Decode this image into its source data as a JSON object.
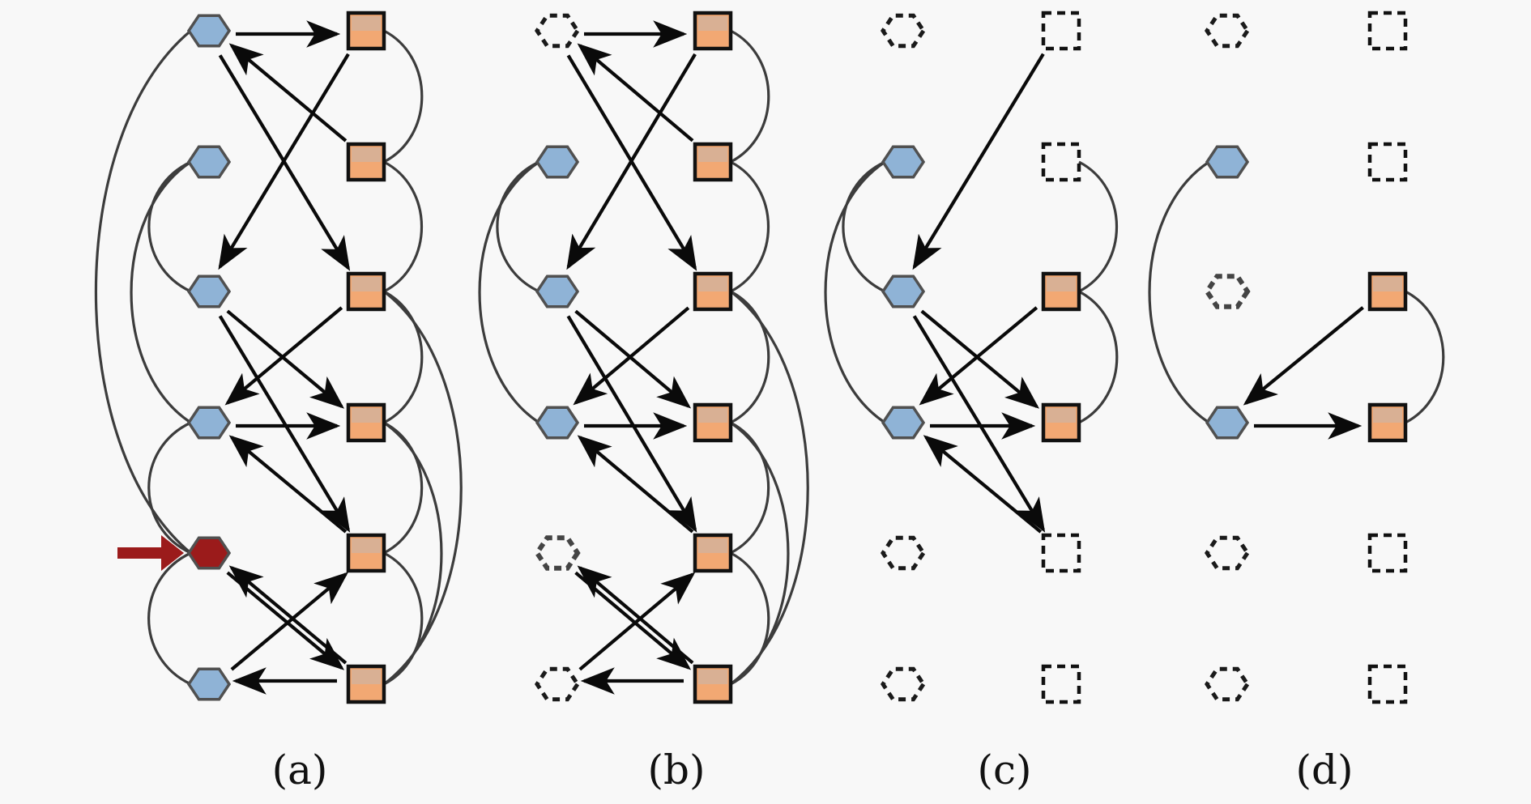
{
  "figure": {
    "panels": [
      {
        "id": "a",
        "label": "(a)",
        "hexagons": [
          "solid",
          "solid",
          "solid",
          "solid",
          "highlighted",
          "solid"
        ],
        "squares": [
          "solid",
          "solid",
          "solid",
          "solid",
          "solid",
          "solid"
        ],
        "pointer": {
          "target": "hex-4",
          "color": "#9b1b1b"
        },
        "arrows": [
          [
            "h0",
            "s0"
          ],
          [
            "s0",
            "h2"
          ],
          [
            "s1",
            "h0"
          ],
          [
            "h0",
            "s2"
          ],
          [
            "s2",
            "h3"
          ],
          [
            "h2",
            "s3"
          ],
          [
            "h2",
            "s4"
          ],
          [
            "h3",
            "s3"
          ],
          [
            "s4",
            "h3"
          ],
          [
            "h4",
            "s5"
          ],
          [
            "s5",
            "h4"
          ],
          [
            "h5",
            "s4"
          ],
          [
            "s5",
            "h5"
          ]
        ],
        "curves_hex": [
          [
            "h0",
            "h4"
          ],
          [
            "h1",
            "h2"
          ],
          [
            "h1",
            "h3"
          ],
          [
            "h3",
            "h4"
          ],
          [
            "h4",
            "h5"
          ]
        ],
        "curves_sq": [
          [
            "s0",
            "s1"
          ],
          [
            "s1",
            "s2"
          ],
          [
            "s2",
            "s3"
          ],
          [
            "s3",
            "s4"
          ],
          [
            "s2",
            "s5"
          ],
          [
            "s3",
            "s5"
          ],
          [
            "s4",
            "s5"
          ]
        ]
      },
      {
        "id": "b",
        "label": "(b)",
        "hexagons": [
          "dashed",
          "solid",
          "solid",
          "solid",
          "dashed-gray",
          "dashed"
        ],
        "squares": [
          "solid",
          "solid",
          "solid",
          "solid",
          "solid",
          "solid"
        ],
        "arrows": [
          [
            "h0",
            "s0"
          ],
          [
            "s0",
            "h2"
          ],
          [
            "s1",
            "h0"
          ],
          [
            "h0",
            "s2"
          ],
          [
            "s2",
            "h3"
          ],
          [
            "h2",
            "s3"
          ],
          [
            "h2",
            "s4"
          ],
          [
            "h3",
            "s3"
          ],
          [
            "s4",
            "h3"
          ],
          [
            "h4",
            "s5"
          ],
          [
            "s5",
            "h4"
          ],
          [
            "h5",
            "s4"
          ],
          [
            "s5",
            "h5"
          ]
        ],
        "curves_hex": [
          [
            "h1",
            "h2"
          ],
          [
            "h1",
            "h3"
          ]
        ],
        "curves_sq": [
          [
            "s0",
            "s1"
          ],
          [
            "s1",
            "s2"
          ],
          [
            "s2",
            "s3"
          ],
          [
            "s3",
            "s4"
          ],
          [
            "s2",
            "s5"
          ],
          [
            "s3",
            "s5"
          ],
          [
            "s4",
            "s5"
          ]
        ]
      },
      {
        "id": "c",
        "label": "(c)",
        "hexagons": [
          "dashed",
          "solid",
          "solid",
          "solid",
          "dashed",
          "dashed"
        ],
        "squares": [
          "dashed",
          "dashed",
          "solid",
          "solid",
          "dashed",
          "dashed"
        ],
        "arrows": [
          [
            "s0",
            "h2"
          ],
          [
            "h2",
            "s3"
          ],
          [
            "h2",
            "s4"
          ],
          [
            "s2",
            "h3"
          ],
          [
            "h3",
            "s3"
          ],
          [
            "s4",
            "h3"
          ]
        ],
        "curves_hex": [
          [
            "h1",
            "h2"
          ],
          [
            "h1",
            "h3"
          ]
        ],
        "curves_sq": [
          [
            "s1",
            "s2"
          ],
          [
            "s2",
            "s3"
          ]
        ]
      },
      {
        "id": "d",
        "label": "(d)",
        "hexagons": [
          "dashed",
          "solid",
          "dashed-gray",
          "solid",
          "dashed",
          "dashed"
        ],
        "squares": [
          "dashed",
          "dashed",
          "solid",
          "solid",
          "dashed",
          "dashed"
        ],
        "arrows": [
          [
            "s2",
            "h3"
          ],
          [
            "h3",
            "s3"
          ]
        ],
        "curves_hex": [
          [
            "h1",
            "h3"
          ]
        ],
        "curves_sq": [
          [
            "s2",
            "s3"
          ]
        ]
      }
    ],
    "colors": {
      "hexagon_fill": "#8fb3d6",
      "square_fill": "#f2a873",
      "highlight": "#9b1b1b",
      "edge": "#3c3c3c",
      "arrow": "#0a0a0a"
    }
  }
}
